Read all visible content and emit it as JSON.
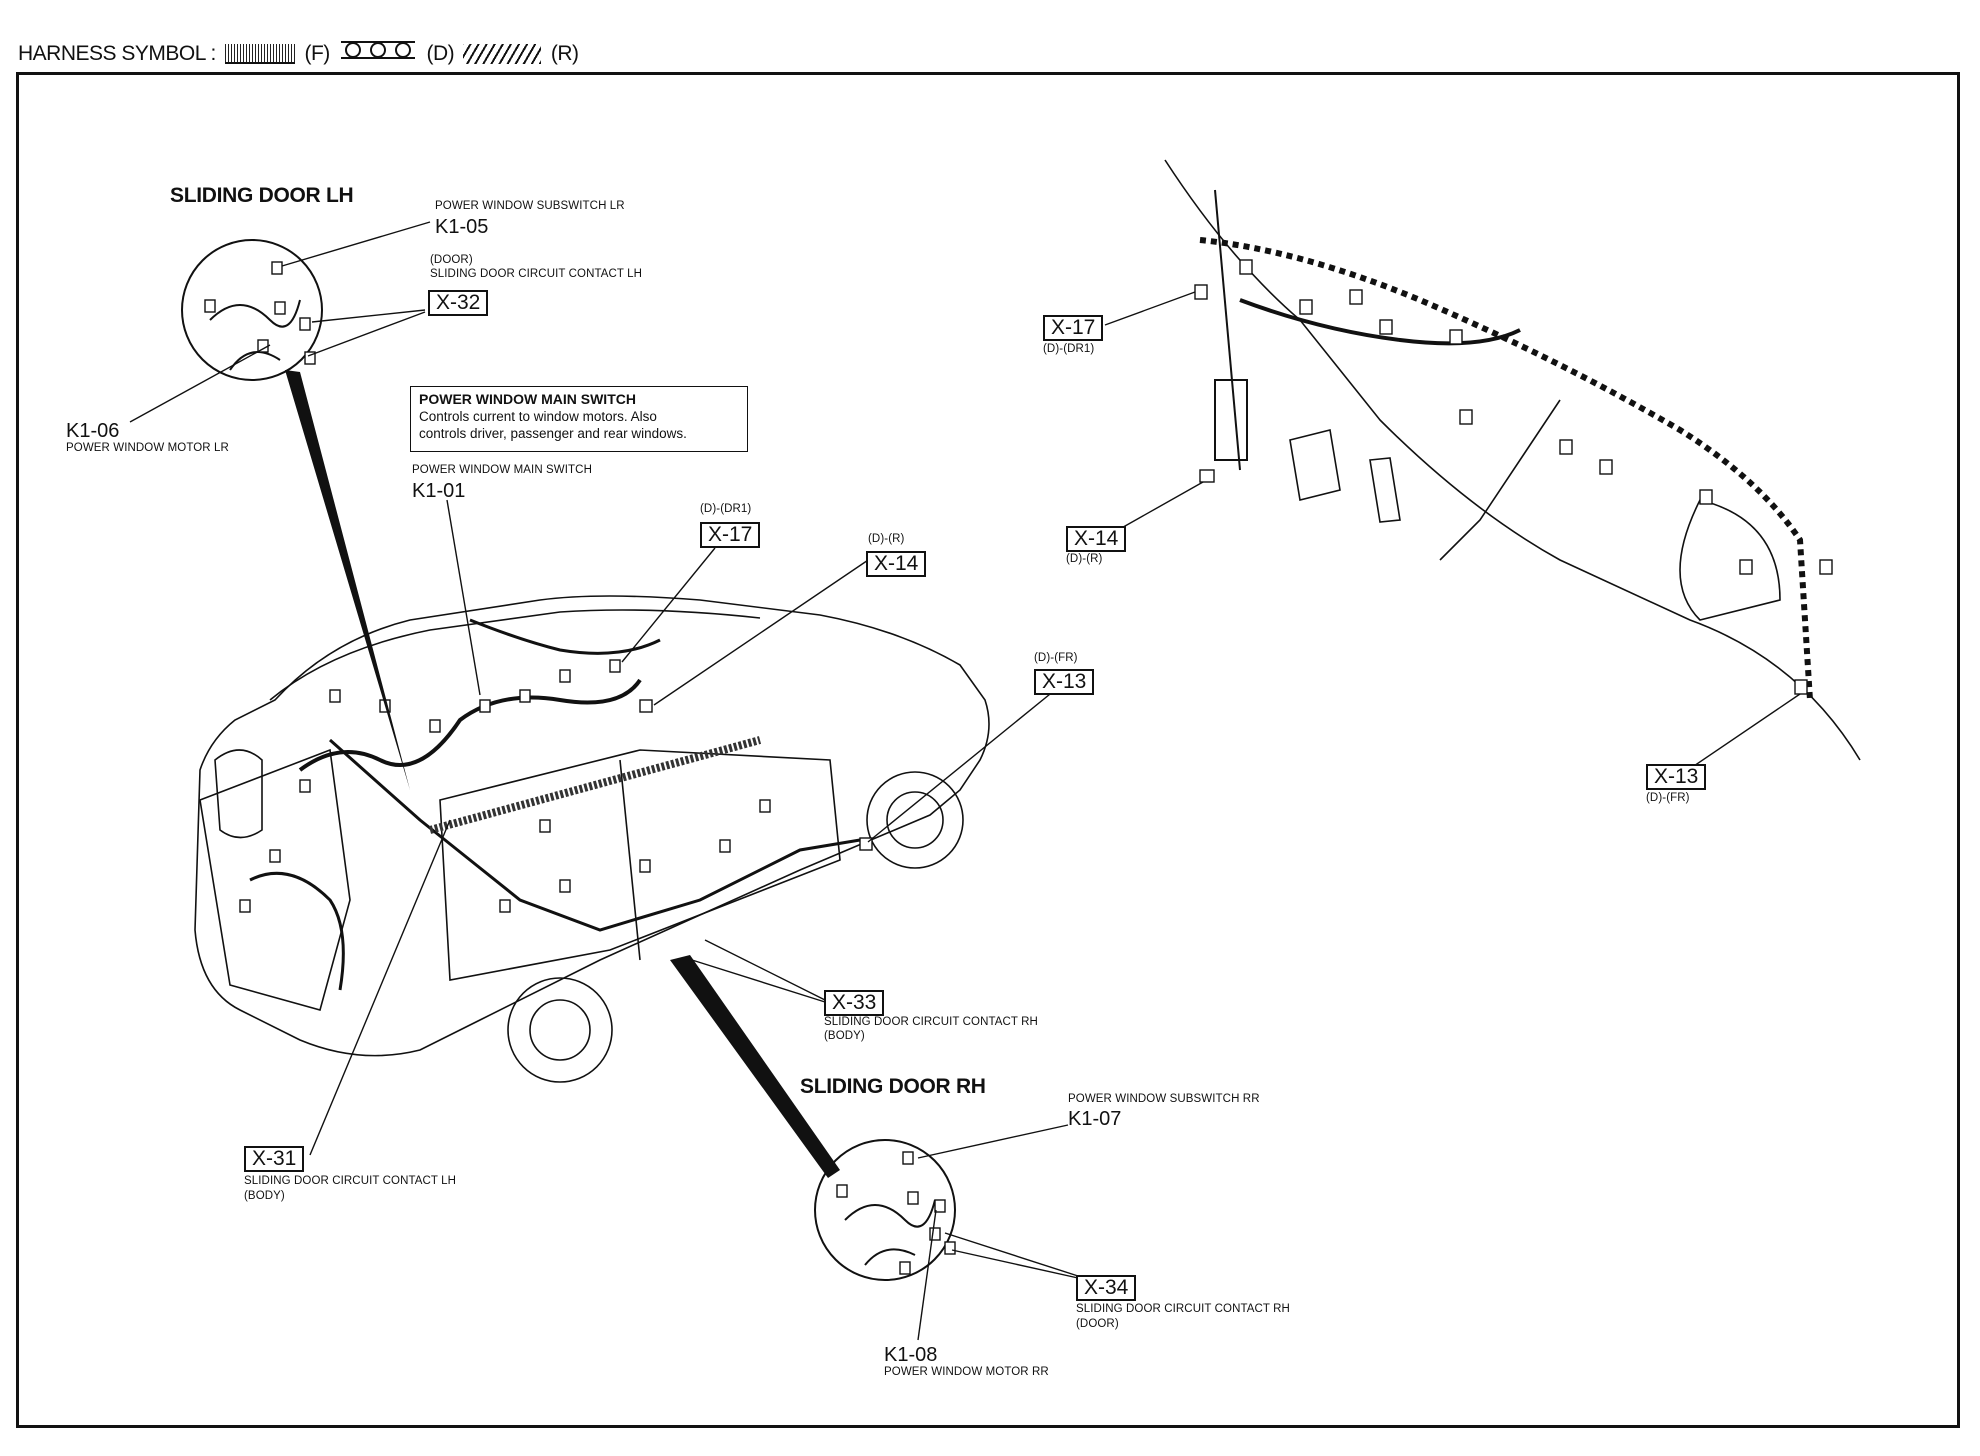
{
  "legend": {
    "label": "HARNESS SYMBOL :",
    "f": "(F)",
    "d": "(D)",
    "r": "(R)"
  },
  "sections": {
    "lh_title": "SLIDING DOOR LH",
    "rh_title": "SLIDING DOOR RH"
  },
  "callouts": {
    "k105": {
      "desc": "POWER WINDOW SUBSWITCH LR",
      "code": "K1-05"
    },
    "x32": {
      "desc1": "(DOOR)",
      "desc2": "SLIDING DOOR CIRCUIT CONTACT LH",
      "code": "X-32"
    },
    "k106": {
      "code": "K1-06",
      "desc": "POWER WINDOW MOTOR LR"
    },
    "main_switch_note": {
      "heading": "POWER WINDOW MAIN SWITCH",
      "line1": "Controls current to window motors. Also",
      "line2": "controls driver, passenger and rear windows."
    },
    "k101": {
      "desc": "POWER WINDOW MAIN SWITCH",
      "code": "K1-01"
    },
    "x17_car": {
      "sub": "(D)-(DR1)",
      "code": "X-17"
    },
    "x14_car": {
      "sub": "(D)-(R)",
      "code": "X-14"
    },
    "x13_car": {
      "sub": "(D)-(FR)",
      "code": "X-13"
    },
    "x33": {
      "code": "X-33",
      "desc1": "SLIDING DOOR CIRCUIT CONTACT RH",
      "desc2": "(BODY)"
    },
    "x31": {
      "code": "X-31",
      "desc1": "SLIDING DOOR CIRCUIT CONTACT LH",
      "desc2": "(BODY)"
    },
    "k107": {
      "desc": "POWER WINDOW SUBSWITCH RR",
      "code": "K1-07"
    },
    "x34": {
      "code": "X-34",
      "desc1": "SLIDING DOOR CIRCUIT CONTACT RH",
      "desc2": "(DOOR)"
    },
    "k108": {
      "code": "K1-08",
      "desc": "POWER WINDOW MOTOR RR"
    },
    "x17_dash": {
      "code": "X-17",
      "sub": "(D)-(DR1)"
    },
    "x14_dash": {
      "code": "X-14",
      "sub": "(D)-(R)"
    },
    "x13_dash": {
      "code": "X-13",
      "sub": "(D)-(FR)"
    }
  }
}
